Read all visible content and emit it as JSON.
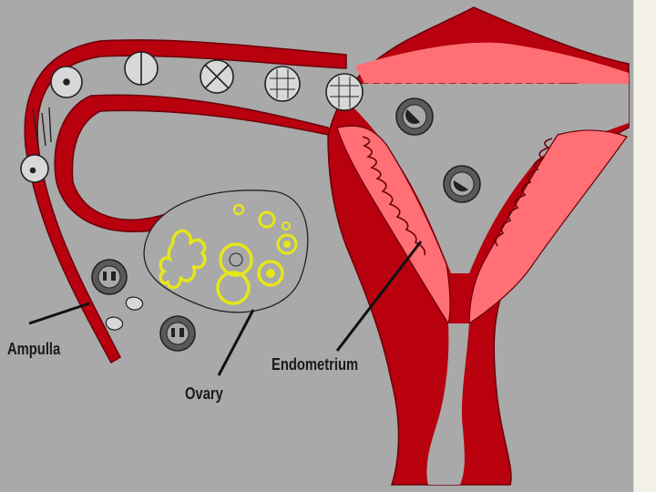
{
  "diagram": {
    "labels": {
      "ampulla": "Ampulla",
      "ovary": "Ovary",
      "endometrium": "Endometrium"
    },
    "colors": {
      "background": "#a9a9a9",
      "uterus_wall": "#b8000f",
      "endometrium_lining": "#ff6f75",
      "follicle": "#e6e61a",
      "outline": "#222222",
      "side_strip": "#f3f1e6"
    }
  }
}
